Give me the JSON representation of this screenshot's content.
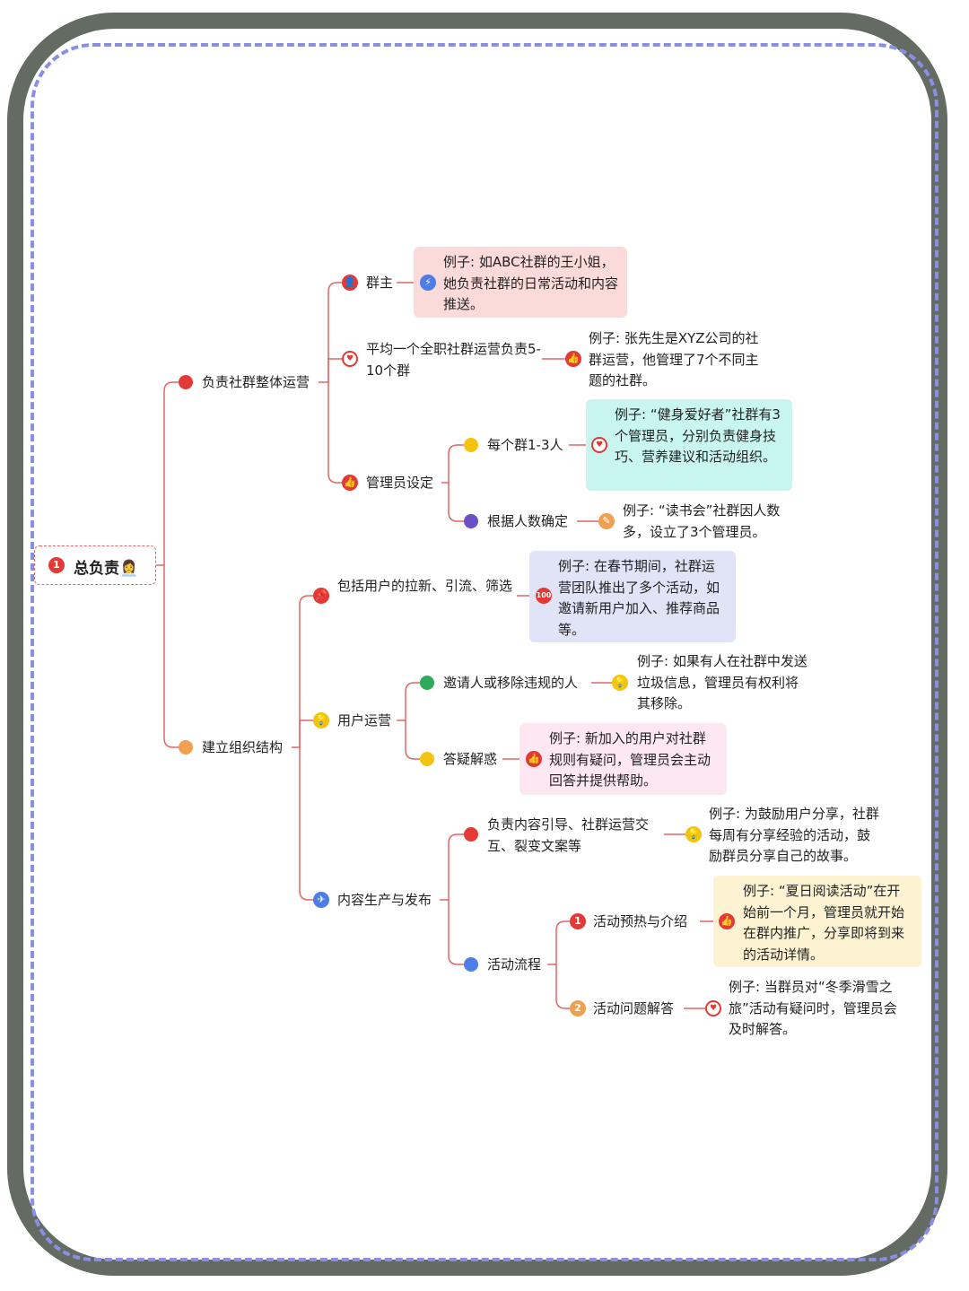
{
  "root": {
    "num": "1",
    "title": "总负责",
    "emoji": "👩‍💼"
  },
  "branches": {
    "b1": {
      "label": "负责社群整体运营",
      "c1": {
        "label": "群主",
        "example": "例子: 如ABC社群的王小姐，她负责社群的日常活动和内容推送。"
      },
      "c2": {
        "label": "平均一个全职社群运营负责5-10个群",
        "example": "例子: 张先生是XYZ公司的社群运营，他管理了7个不同主题的社群。"
      },
      "c3": {
        "label": "管理员设定",
        "g1": {
          "label": "每个群1-3人",
          "example": "例子: “健身爱好者”社群有3个管理员，分别负责健身技巧、营养建议和活动组织。"
        },
        "g2": {
          "label": "根据人数确定",
          "example": "例子: “读书会”社群因人数多，设立了3个管理员。"
        }
      }
    },
    "b2": {
      "label": "建立组织结构",
      "c1": {
        "label": "包括用户的拉新、引流、筛选",
        "example": "例子: 在春节期间，社群运营团队推出了多个活动，如邀请新用户加入、推荐商品等。"
      },
      "c2": {
        "label": "用户运营",
        "g1": {
          "label": "邀请人或移除违规的人",
          "example": "例子: 如果有人在社群中发送垃圾信息，管理员有权利将其移除。"
        },
        "g2": {
          "label": "答疑解惑",
          "example": "例子: 新加入的用户对社群规则有疑问，管理员会主动回答并提供帮助。"
        }
      },
      "c3": {
        "label": "内容生产与发布",
        "g1": {
          "label": "负责内容引导、社群运营交互、裂变文案等",
          "example": "例子: 为鼓励用户分享，社群每周有分享经验的活动，鼓励群员分享自己的故事。"
        },
        "g2": {
          "label": "活动流程",
          "s1": {
            "num": "1",
            "label": "活动预热与介绍",
            "example": "例子: “夏日阅读活动”在开始前一个月，管理员就开始在群内推广，分享即将到来的活动详情。"
          },
          "s2": {
            "num": "2",
            "label": "活动问题解答",
            "example": "例子: 当群员对“冬季滑雪之旅”活动有疑问时，管理员会及时解答。"
          }
        }
      }
    }
  },
  "colors": {
    "line": "#e06666",
    "red": "#e53935",
    "orange": "#f0a050",
    "yellow": "#f2c40f",
    "purple": "#6a4fc8",
    "green": "#2eaa5a",
    "blue": "#4f7de8",
    "pink_box": "#fbdada",
    "cyan_box": "#c9f5f0",
    "lavender_box": "#e1e3f6",
    "lightpink_box": "#fde7f1",
    "cream_box": "#fdf3d2"
  }
}
